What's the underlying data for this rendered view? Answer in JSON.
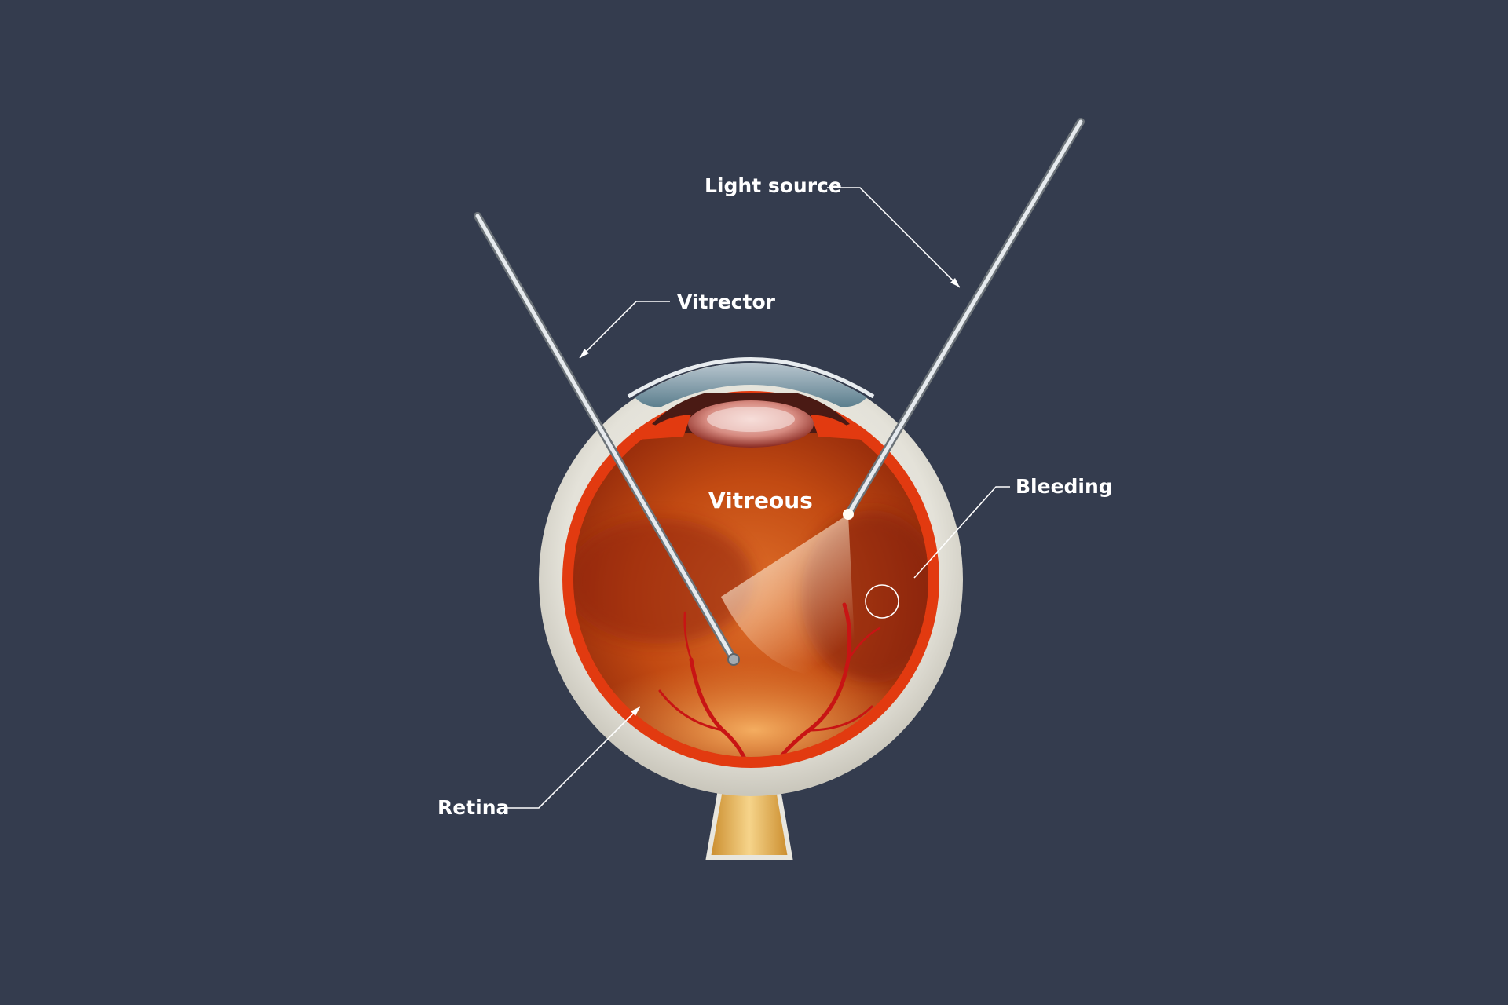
{
  "diagram": {
    "labels": {
      "light_source": "Light source",
      "vitrector": "Vitrector",
      "vitreous": "Vitreous",
      "bleeding": "Bleeding",
      "retina": "Retina"
    },
    "colors": {
      "background": "#343c4e",
      "sclera": "#e6e4dc",
      "choroid": "#e23a10",
      "vitreous": "#b8400f",
      "vessel": "#c81414",
      "instrument": "#d8dde2",
      "leader_line": "#ffffff"
    }
  }
}
